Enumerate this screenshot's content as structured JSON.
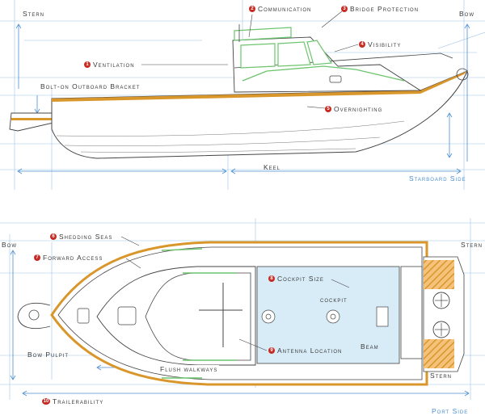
{
  "side_view": {
    "stern": "Stern",
    "bow": "Bow",
    "bracket": "Bolt-on Outboard Bracket",
    "keel": "Keel",
    "starboard": "Starboard Side"
  },
  "top_view": {
    "bow": "Bow",
    "stern_top": "Stern",
    "stern_bottom": "Stern",
    "cockpit_dim": "cockpit",
    "beam": "Beam",
    "bow_pulpit": "Bow Pulpit",
    "flush_walkways": "Flush walkways",
    "port": "Port Side"
  },
  "callouts": [
    {
      "n": "1",
      "label": "Ventilation"
    },
    {
      "n": "2",
      "label": "Communication"
    },
    {
      "n": "3",
      "label": "Bridge Protection"
    },
    {
      "n": "4",
      "label": "Visibility"
    },
    {
      "n": "5",
      "label": "Overnighting"
    },
    {
      "n": "6",
      "label": "Shedding Seas"
    },
    {
      "n": "7",
      "label": "Forward Access"
    },
    {
      "n": "8",
      "label": "Cockpit Size"
    },
    {
      "n": "9",
      "label": "Antenna Location"
    },
    {
      "n": "10",
      "label": "Trailerability"
    }
  ],
  "colors": {
    "callout_red": "#c72a22",
    "dimension_blue": "#4b8fcf",
    "hull_orange": "#d9962a",
    "cockpit_blue": "#d8ecf8",
    "outline": "#444444",
    "green_rail": "#6cc46c"
  }
}
